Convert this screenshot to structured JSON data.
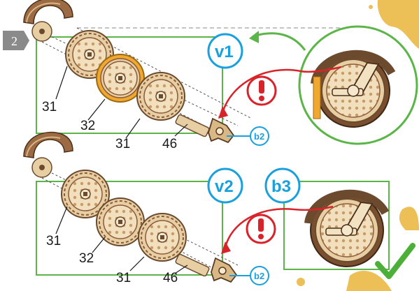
{
  "step": {
    "number": "2"
  },
  "variant1": {
    "label": "v1",
    "parts": [
      "31",
      "32",
      "31",
      "46"
    ],
    "sub_label": "b2",
    "warning_icon": "exclamation-warning-icon"
  },
  "variant2": {
    "label": "v2",
    "parts": [
      "31",
      "32",
      "31",
      "46"
    ],
    "sub_label": "b2",
    "result_label": "b3",
    "warning_icon": "exclamation-warning-icon",
    "check_icon": "green-checkmark-icon"
  },
  "colors": {
    "frame_green": "#5bb548",
    "badge_blue": "#1aa0dc",
    "warning_red": "#d9232a",
    "wood": "#e8cfa3",
    "wood_dark": "#8a5a3a",
    "highlight_orange": "#f0a830",
    "paint_splash": "#e9b43a"
  }
}
